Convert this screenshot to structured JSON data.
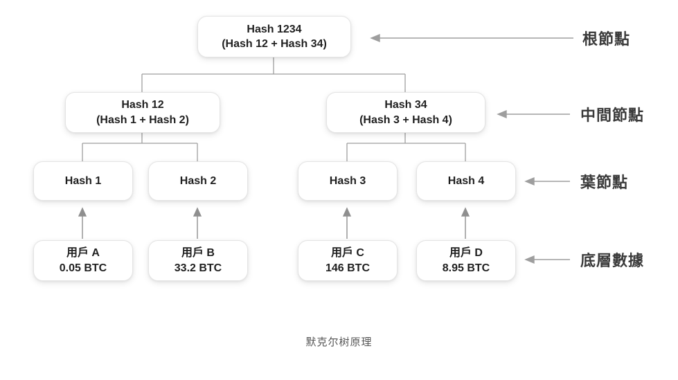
{
  "colors": {
    "background": "#ffffff",
    "node_fill": "#ffffff",
    "node_border": "#e4e4e4",
    "node_text": "#1f1f1f",
    "connector": "#9e9e9e",
    "arrowhead": "#8f8f8f",
    "annotation_text": "#3a3a3a",
    "caption_text": "#555555"
  },
  "tree": {
    "root": {
      "line1": "Hash 1234",
      "line2": "(Hash 12 + Hash 34)"
    },
    "middle": [
      {
        "line1": "Hash 12",
        "line2": "(Hash 1 + Hash 2)"
      },
      {
        "line1": "Hash 34",
        "line2": "(Hash 3 + Hash 4)"
      }
    ],
    "leaves": [
      "Hash 1",
      "Hash 2",
      "Hash 3",
      "Hash 4"
    ],
    "data": [
      {
        "line1": "用戶 A",
        "line2": "0.05 BTC"
      },
      {
        "line1": "用戶 B",
        "line2": "33.2 BTC"
      },
      {
        "line1": "用戶 C",
        "line2": "146 BTC"
      },
      {
        "line1": "用戶 D",
        "line2": "8.95 BTC"
      }
    ]
  },
  "annotations": {
    "root": "根節點",
    "middle": "中間節點",
    "leaf": "葉節點",
    "data": "底層數據"
  },
  "caption": "默克尔树原理"
}
